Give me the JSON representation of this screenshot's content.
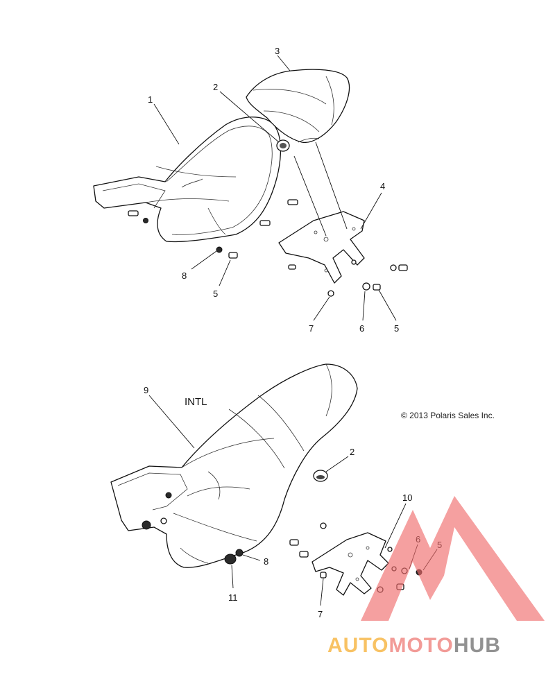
{
  "upper_assembly": {
    "callouts": [
      "1",
      "2",
      "3",
      "4",
      "8",
      "5",
      "7",
      "6",
      "5"
    ]
  },
  "lower_assembly": {
    "variant_label": "INTL",
    "callouts": [
      "9",
      "2",
      "10",
      "6",
      "5",
      "8",
      "11",
      "7"
    ]
  },
  "copyright": "© 2013 Polaris Sales Inc.",
  "watermark": {
    "part1": "AUTO",
    "part2": "MOTO",
    "part3": "HUB",
    "colors": {
      "auto": "#f7b84a",
      "moto": "#f08a86",
      "hub": "#7f7f7f",
      "triangle": "#ef6b6b"
    }
  }
}
